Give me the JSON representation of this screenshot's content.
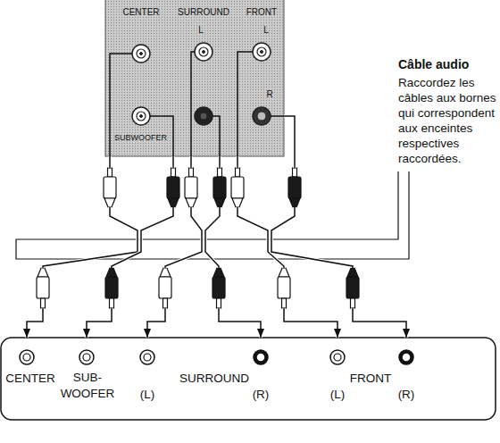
{
  "diagram": {
    "nodes": [
      {
        "text": [
          "CENTER",
          "SURROUND",
          "FRONT",
          "L",
          "L",
          "SUBWOOFER",
          "R"
        ]
      },
      {
        "text": [
          "CENTER",
          "SUB- WOOFER",
          "SURROUND",
          "(L)",
          "(R)",
          "FRONT",
          "(L)",
          "(R)"
        ]
      }
    ],
    "edges": [
      {
        "from": 0,
        "to": 1,
        "arrow": "to"
      },
      {
        "from": 0,
        "to": 1,
        "arrow": "to"
      },
      {
        "from": 0,
        "to": 1,
        "arrow": "to"
      },
      {
        "from": 0,
        "to": 1,
        "arrow": "to"
      },
      {
        "from": 0,
        "to": 1,
        "arrow": "to"
      },
      {
        "from": 0,
        "to": 1,
        "arrow": "to"
      }
    ],
    "labels": [
      "Câble audio",
      "Raccordez les câbles aux bornes qui correspondent aux enceintes respectives raccordées."
    ]
  }
}
